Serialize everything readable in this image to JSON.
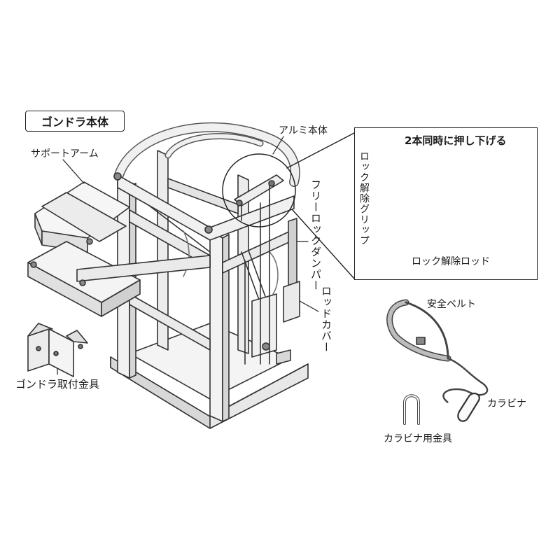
{
  "title": "ゴンドラ本体",
  "labels": {
    "support_arm": "サポートアーム",
    "aluminum_body": "アルミ本体",
    "free_lock_damper": "フリーロックダンパー",
    "rod_cover": "ロッドカバー",
    "gondola_bracket": "ゴンドラ取付金具",
    "safety_belt": "安全ベルト",
    "carabiner": "カラビナ",
    "carabiner_bracket": "カラビナ用金具"
  },
  "inset": {
    "title": "2本同時に押し下げる",
    "lock_release_grip": "ロック解除グリップ",
    "lock_release_rod": "ロック解除ロッド"
  }
}
